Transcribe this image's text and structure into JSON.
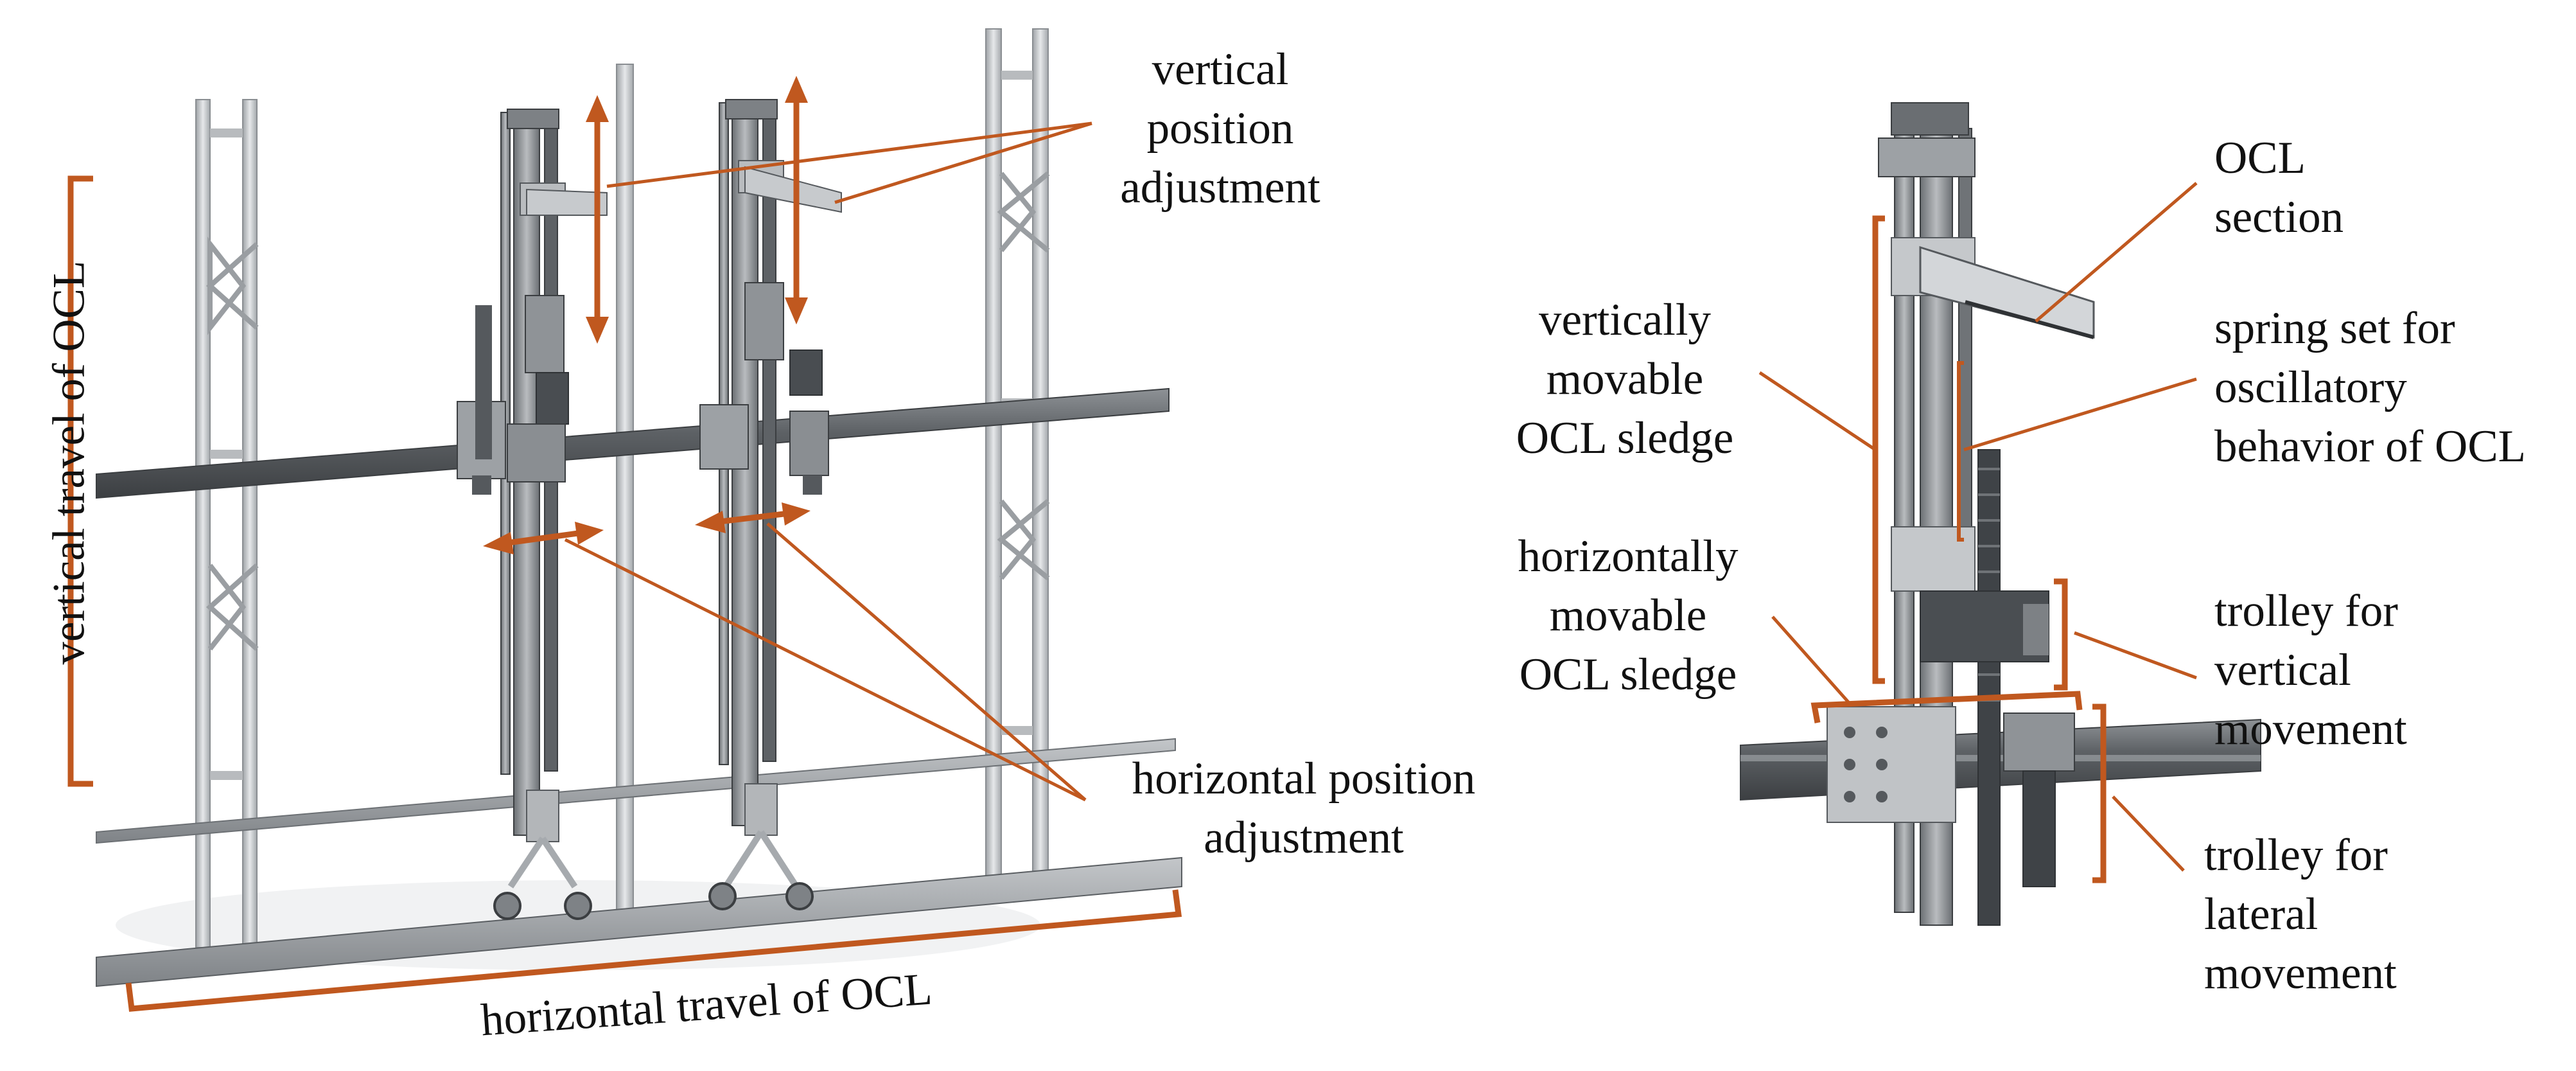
{
  "colors": {
    "annotation": "#C0581F",
    "steel_light": "#d7dadc",
    "steel_mid": "#a9adb1",
    "steel_dark": "#55595d",
    "steel_edge": "#3b3e41"
  },
  "left_view": {
    "vertical_position_adjustment": [
      "vertical",
      "position",
      "adjustment"
    ],
    "horizontal_position_adjustment": [
      "horizontal position",
      "adjustment"
    ],
    "vertical_travel": "vertical travel of OCL",
    "horizontal_travel": "horizontal travel of OCL"
  },
  "right_view": {
    "ocl_section": [
      "OCL",
      "section"
    ],
    "spring_set": [
      "spring set for",
      "oscillatory",
      "behavior of OCL"
    ],
    "vertical_sledge": [
      "vertically",
      "movable",
      "OCL sledge"
    ],
    "horizontal_sledge": [
      "horizontally",
      "movable",
      "OCL sledge"
    ],
    "trolley_vertical": [
      "trolley for",
      "vertical",
      "movement"
    ],
    "trolley_lateral": [
      "trolley for",
      "lateral",
      "movement"
    ]
  }
}
